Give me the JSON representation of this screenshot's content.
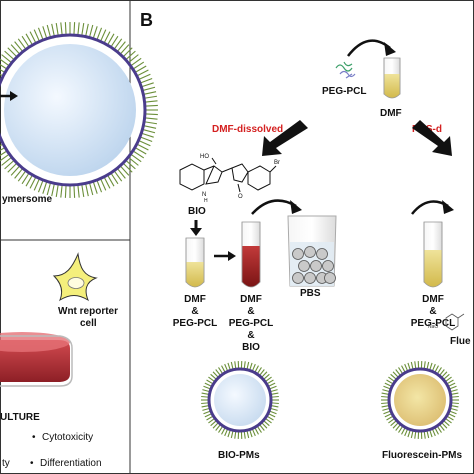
{
  "panel_a": {
    "polymersome_label": "ymersome",
    "wnt_reporter_label_1": "Wnt reporter",
    "wnt_reporter_label_2": "cell",
    "culture_label": "ULTURE",
    "bullets": [
      "Cytotoxicity",
      "Differentiation"
    ],
    "left_fragment": "ty"
  },
  "panel_b": {
    "panel_letter": "B",
    "peg_pcl": "PEG-PCL",
    "dmf": "DMF",
    "dmf_dissolved": "DMF-dissolved",
    "pbs_dissolved": "PBS-d",
    "bio": "BIO",
    "pbs": "PBS",
    "tube1_lines": [
      "DMF",
      "&",
      "PEG-PCL"
    ],
    "tube2_lines": [
      "DMF",
      "&",
      "PEG-PCL",
      "&",
      "BIO"
    ],
    "tube3_lines": [
      "DMF",
      "&",
      "PEG-PCL"
    ],
    "fluo_fragment": "Flue",
    "bio_pms": "BIO-PMs",
    "fluorescein_pms": "Fluorescein-PMs",
    "chem_oh": "HO",
    "chem_br": "Br",
    "chem_n": "N",
    "chem_o": "O",
    "chem_h": "H",
    "fluo_struct_label": "NaO"
  },
  "colors": {
    "membrane_green": "#6b8f3a",
    "membrane_purple": "#4a3c8c",
    "core_blue": "#dbe9f6",
    "arrow_red": "#d42020",
    "dmf_yellow": "#e8d873",
    "bio_red": "#9c1c1c",
    "dish_red": "#b5343a"
  }
}
